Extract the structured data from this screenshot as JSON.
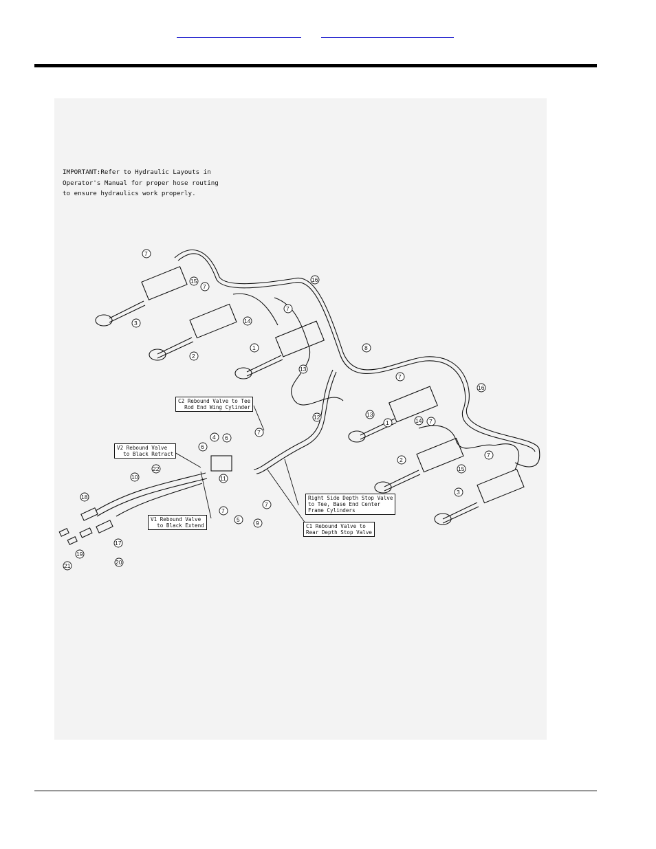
{
  "header": {
    "links": [
      "",
      ""
    ]
  },
  "figure": {
    "important_note": "IMPORTANT:Refer to Hydraulic Layouts in\nOperator's Manual for proper hose routing\nto ensure hydraulics work properly.",
    "callouts": {
      "c2": "C2 Rebound Valve to Tee\n  Rod End Wing Cylinder",
      "v2": "V2 Rebound Valve\n  to Black Retract",
      "v1": "V1 Rebound Valve\n  to Black Extend",
      "right_side": "Right Side Depth Stop Valve\nto Tee, Base End Center\nFrame Cylinders",
      "c1": "C1 Rebound Valve to\nRear Depth Stop Valve"
    },
    "part_numbers": [
      "1",
      "2",
      "3",
      "4",
      "5",
      "6",
      "7",
      "8",
      "9",
      "10",
      "11",
      "12",
      "13",
      "14",
      "15",
      "16",
      "17",
      "18",
      "19",
      "20",
      "21",
      "22"
    ]
  }
}
